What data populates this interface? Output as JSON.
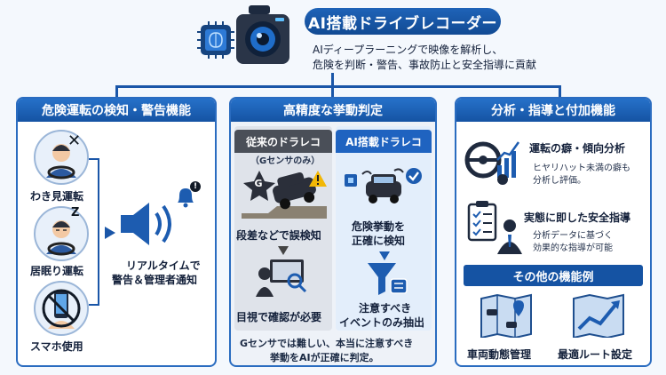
{
  "header": {
    "title": "AI搭載ドライブレコーダー",
    "line1": "AIディープラーニングで映像を解析し、",
    "line2": "危険を判断・警告、事故防止と安全指導に貢献"
  },
  "left_panel": {
    "title": "危険運転の検知・警告機能",
    "items": [
      "わき見運転",
      "居眠り運転",
      "スマホ使用"
    ],
    "alert_line1": "リアルタイムで",
    "alert_line2": "警告＆管理者通知",
    "zz_glyph": "Z",
    "alert_badge": "!"
  },
  "center_panel": {
    "title": "高精度な挙動判定",
    "conventional": {
      "title": "従来のドラレコ",
      "subtitle": "（Gセンサのみ）",
      "g_badge": "G",
      "step1": "段差などで誤検知",
      "step2": "目視で確認が必要"
    },
    "ai": {
      "title": "AI搭載ドラレコ",
      "step1_line1": "危険挙動を",
      "step1_line2": "正確に検知",
      "step2_line1": "注意すべき",
      "step2_line2": "イベントのみ抽出"
    },
    "footer_line1": "Gセンサでは難しい、本当に注意すべき",
    "footer_line2": "挙動をAIが正確に判定。"
  },
  "right_panel": {
    "title": "分析・指導と付加機能",
    "analysis_title": "運転の癖・傾向分析",
    "analysis_line1": "ヒヤリハット未満の癖も",
    "analysis_line2": "分析し評価。",
    "guidance_title": "実態に即した安全指導",
    "guidance_line1": "分析データに基づく",
    "guidance_line2": "効果的な指導が可能",
    "other_title": "その他の機能例",
    "feature1": "車両動態管理",
    "feature2": "最適ルート設定"
  },
  "colors": {
    "primary": "#1a56a8",
    "header_blue": "#1553a3",
    "conventional_head": "#4a4f58",
    "ai_head": "#1f63c0",
    "bg": "#f4f8fd"
  }
}
